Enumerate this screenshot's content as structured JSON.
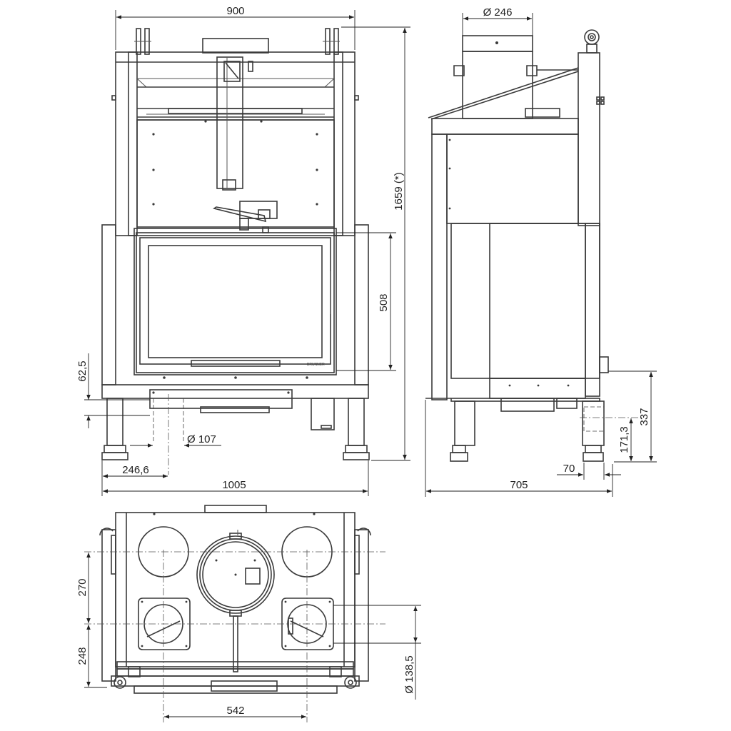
{
  "front_view": {
    "width_top": "900",
    "width_bottom": "1005",
    "height_total": "1659 (*)",
    "door_height": "508",
    "base_offset": "62,5",
    "outlet_diameter": "Ø 107",
    "outlet_offset": "246,6",
    "logo_text": "BRUNNER"
  },
  "side_view": {
    "flue_diameter": "Ø 246",
    "depth": "705",
    "outlet_height": "337",
    "outlet_center": "171,3",
    "outlet_depth": "70"
  },
  "top_view": {
    "spacing_front": "270",
    "spacing_rear": "248",
    "spacing_width": "542",
    "inlet_diameter": "Ø 138,5"
  }
}
